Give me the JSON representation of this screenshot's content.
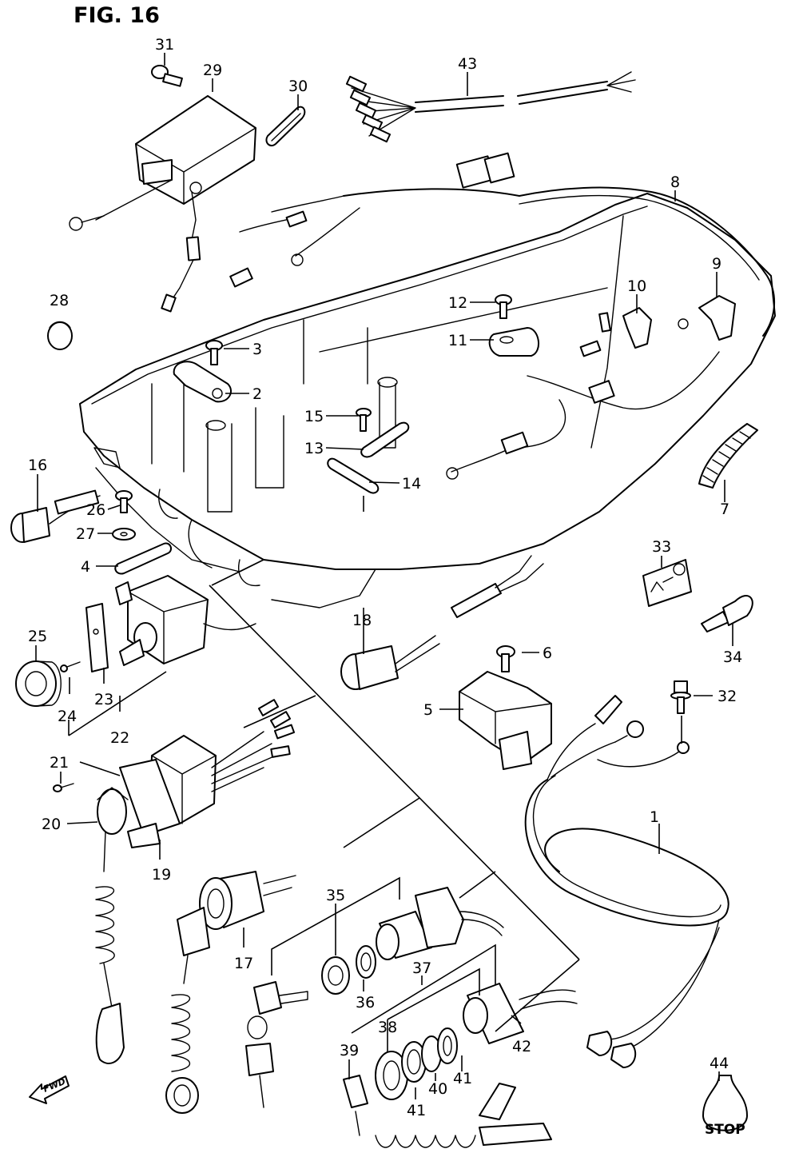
{
  "figure": {
    "title": "FIG. 16"
  },
  "parts": {
    "p1": "1",
    "p2": "2",
    "p3": "3",
    "p4": "4",
    "p5": "5",
    "p6": "6",
    "p7": "7",
    "p8": "8",
    "p9": "9",
    "p10": "10",
    "p11": "11",
    "p12": "12",
    "p13": "13",
    "p14": "14",
    "p15": "15",
    "p16": "16",
    "p17": "17",
    "p18": "18",
    "p19": "19",
    "p20": "20",
    "p21": "21",
    "p22": "22",
    "p23": "23",
    "p24": "24",
    "p25": "25",
    "p26": "26",
    "p27": "27",
    "p28": "28",
    "p29": "29",
    "p30": "30",
    "p31": "31",
    "p32": "32",
    "p33": "33",
    "p34": "34",
    "p35": "35",
    "p36": "36",
    "p37": "37",
    "p38": "38",
    "p39": "39",
    "p40": "40",
    "p41a": "41",
    "p41b": "41",
    "p42": "42",
    "p43": "43",
    "p44": "44"
  },
  "labels": {
    "stop": "STOP",
    "fwd": "FWD"
  }
}
